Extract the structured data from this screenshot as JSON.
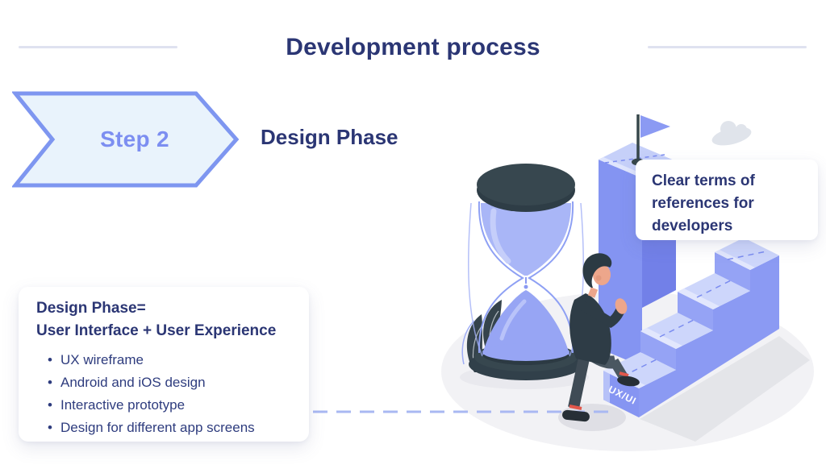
{
  "header": {
    "title": "Development process"
  },
  "step": {
    "badge_label": "Step 2",
    "phase_label": "Design Phase"
  },
  "left_card": {
    "title_line1": "Design Phase=",
    "title_line2": "User Interface + User Experience",
    "items": [
      "UX wireframe",
      "Android and iOS design",
      "Interactive prototype",
      "Design for different app screens"
    ]
  },
  "right_card": {
    "text": "Clear terms of references for developers"
  },
  "illustration": {
    "stairs_label": "UX/UI",
    "elements": [
      "hourglass",
      "flag",
      "staircase",
      "person-climbing",
      "cloud",
      "plant"
    ]
  },
  "colors": {
    "navy_text": "#2b3674",
    "step_badge_text": "#7c8ef1",
    "chevron_border": "#7e96f0",
    "chevron_fill": "#e9f3fc",
    "divider_line": "#dfe2f0",
    "periwinkle_main": "#8b9af3",
    "periwinkle_light": "#cdd6fb",
    "dark_slate": "#37474f",
    "dashed_path": "#a9b8f2",
    "ground_gray": "#f2f2f5"
  }
}
